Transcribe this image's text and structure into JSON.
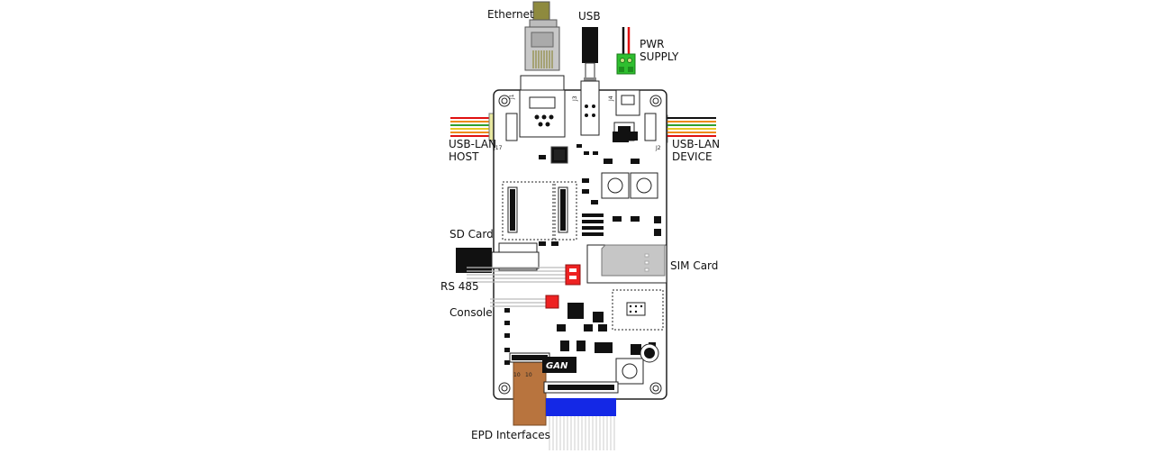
{
  "labels": {
    "ethernet": "Ethernet",
    "usb": "USB",
    "pwr_supply": "PWR\nSUPPLY",
    "usb_lan_host": "USB-LAN\nHOST",
    "usb_lan_device": "USB-LAN\nDEVICE",
    "sd_card": "SD Card",
    "sim_card": "SIM Card",
    "rs485": "RS 485",
    "console": "Console",
    "epd_interfaces": "EPD Interfaces"
  },
  "silkscreen": {
    "j1": "J1",
    "j2": "J2",
    "j3": "J3",
    "j4": "J4",
    "j17": "J17",
    "ten_1": "10",
    "ten_2": "10",
    "ic_text": "GAN"
  },
  "colors": {
    "board": "#ffffff",
    "outline": "#222222",
    "component": "#111111",
    "wire_red": "#e01010",
    "wire_black": "#111111",
    "terminal_green": "#2fbf2f",
    "rj45_body": "#c8c8c8",
    "rj45_metal": "#8e8a3e",
    "rs485_connector": "#ee2222",
    "sim_card": "#c6c6c6",
    "flex_cable": "#b8743e",
    "epd_blue": "#1428e6",
    "wire_yellow": "#e8c820",
    "wire_orange": "#ee8a1a",
    "wire_green": "#30a030"
  }
}
